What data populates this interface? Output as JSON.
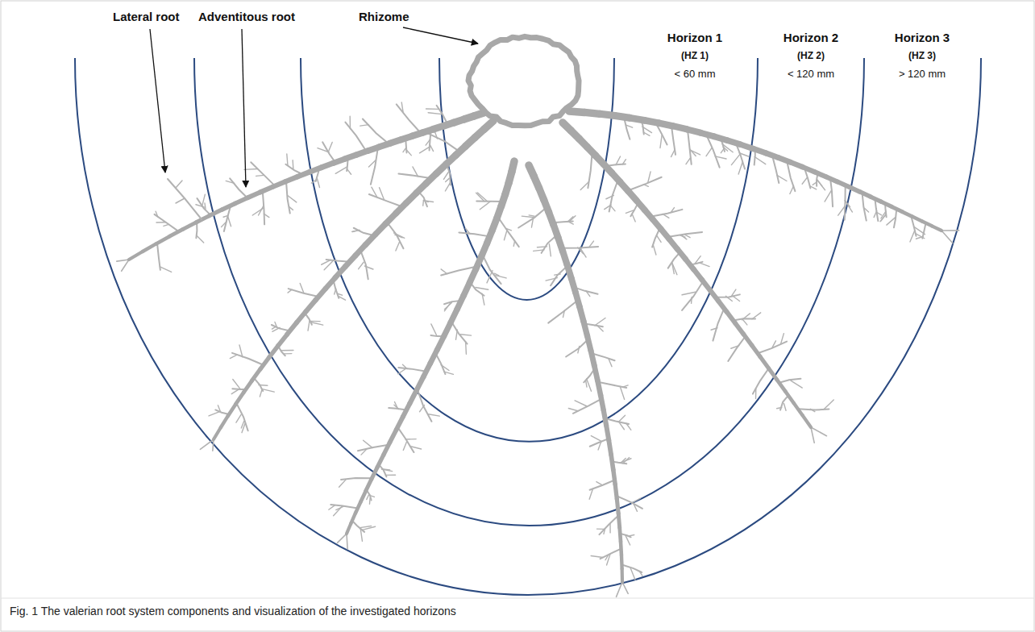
{
  "diagram": {
    "caption": "Fig. 1 The valerian root system components and visualization of the investigated horizons",
    "labels": [
      "Lateral root",
      "Adventitous root",
      "Rhizome",
      "Horizon 1",
      "(HZ 1)",
      "< 60 mm",
      "Horizon 2",
      "(HZ 2)",
      "< 120 mm",
      "Horizon 3",
      "(HZ 3)",
      "> 120 mm"
    ]
  }
}
